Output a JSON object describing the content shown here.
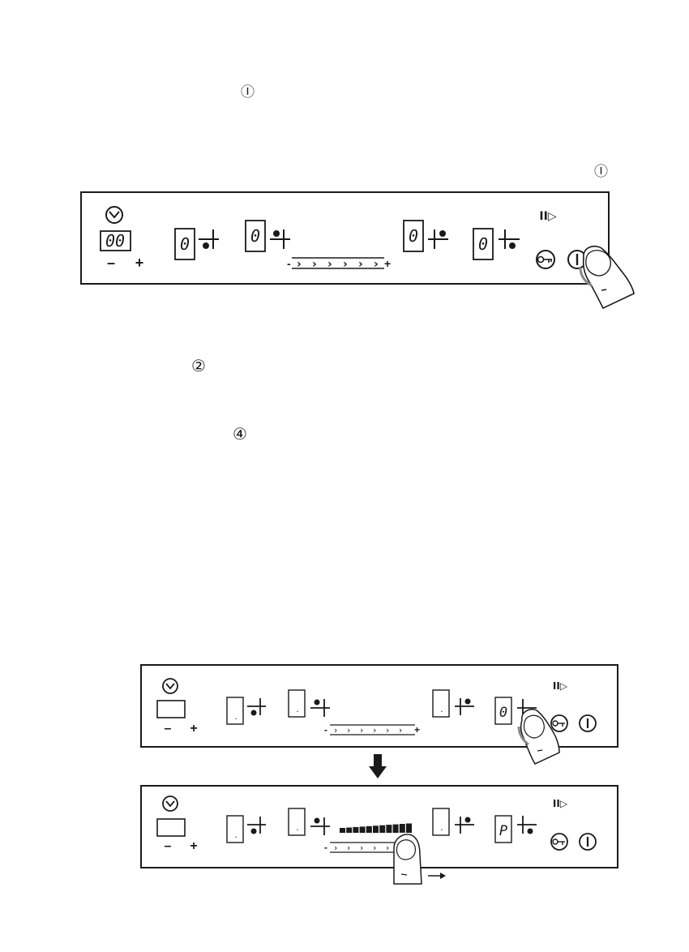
{
  "symbols": {
    "on_off": "Ⓘ",
    "step_two": "②",
    "step_four": "④"
  },
  "panel_top": {
    "timer_display": "00",
    "timer_minus": "–",
    "timer_plus": "+",
    "zone_displays": [
      "0",
      "0",
      "0",
      "0"
    ],
    "slider_minus": "-",
    "slider_plus": "+",
    "slider_arrows": [
      "›",
      "›",
      "›",
      "›",
      "›",
      "›"
    ],
    "booster_symbol": "II▷"
  },
  "panel_middle": {
    "timer_display": "",
    "timer_minus": "–",
    "timer_plus": "+",
    "zone_displays": [
      ".",
      ".",
      ".",
      "0"
    ],
    "slider_minus": "-",
    "slider_plus": "+",
    "booster_symbol": "II▷"
  },
  "panel_bottom": {
    "timer_display": "",
    "timer_minus": "–",
    "timer_plus": "+",
    "zone_displays": [
      ".",
      ".",
      ".",
      "P"
    ],
    "slider_minus": "-",
    "booster_symbol": "II▷",
    "power_level_bars": 11
  },
  "colors": {
    "ink": "#1a1a1a",
    "paper": "#ffffff"
  }
}
